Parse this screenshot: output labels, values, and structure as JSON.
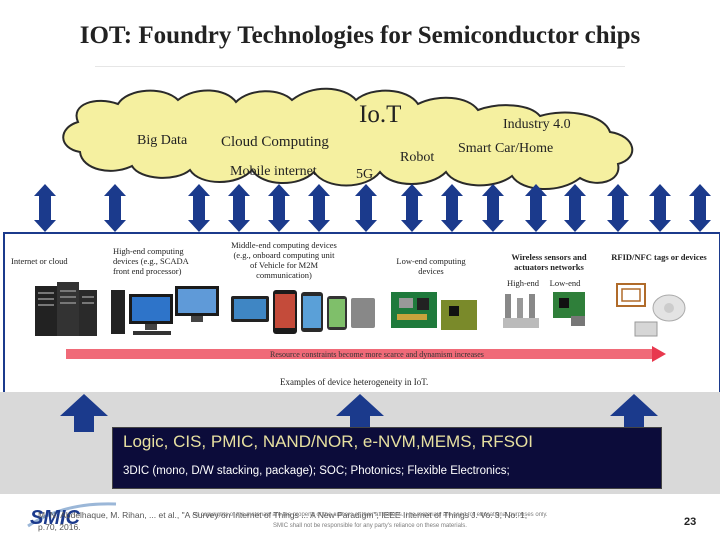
{
  "slide": {
    "title": "IOT: Foundry Technologies for Semiconductor chips",
    "page_number": "23"
  },
  "cloud": {
    "center_label": "Io.T",
    "labels": {
      "big_data": "Big Data",
      "cloud_computing": "Cloud Computing",
      "mobile_internet": "Mobile internet",
      "five_g": "5G",
      "robot": "Robot",
      "industry": "Industry 4.0",
      "smart": "Smart Car/Home"
    },
    "fill_color": "#f5f0a0",
    "border_color": "#2a2a2a"
  },
  "arrow_color": "#1b3a8c",
  "figure": {
    "columns": [
      {
        "head": "Internet or cloud"
      },
      {
        "head": "High-end computing devices (e.g., SCADA front end processor)"
      },
      {
        "head": "Middle-end computing devices (e.g., onboard computing unit of Vehicle for M2M communication)"
      },
      {
        "head": "Low-end computing devices"
      },
      {
        "head": "Wireless sensors and actuators networks"
      },
      {
        "head": "RFID/NFC tags or devices"
      }
    ],
    "sub_labels": {
      "high_end": "High-end",
      "low_end": "Low-end"
    },
    "resource_bar": "Resource constraints become more scarce and dynamism increases",
    "caption": "Examples of device heterogeneity in IoT."
  },
  "tech": {
    "main": "Logic,  CIS, PMIC,  NAND/NOR, e-NVM,MEMS, RFSOI",
    "sub": "3DIC (mono, D/W stacking, package); SOC; Photonics; Flexible Electronics;",
    "box_color": "#0c0c3a",
    "main_color": "#e7e0a0"
  },
  "footer": {
    "logo": "SMIC",
    "reference_line1": "M. N. Abdelhaque, M. Rihan, ... et al., \"A Survey on Internet of Things ... A New Paradigm\", IEEE Internet of Things J. Vo. 3, No. 1,",
    "reference_line2": "p.70, 2016.",
    "copyright_line1": "All copyrights of the materials are the property of the authors or their affiliations. The materials are used for educational purposes only.",
    "copyright_line2": "SMIC shall not be responsible for any party's reliance on these materials."
  }
}
